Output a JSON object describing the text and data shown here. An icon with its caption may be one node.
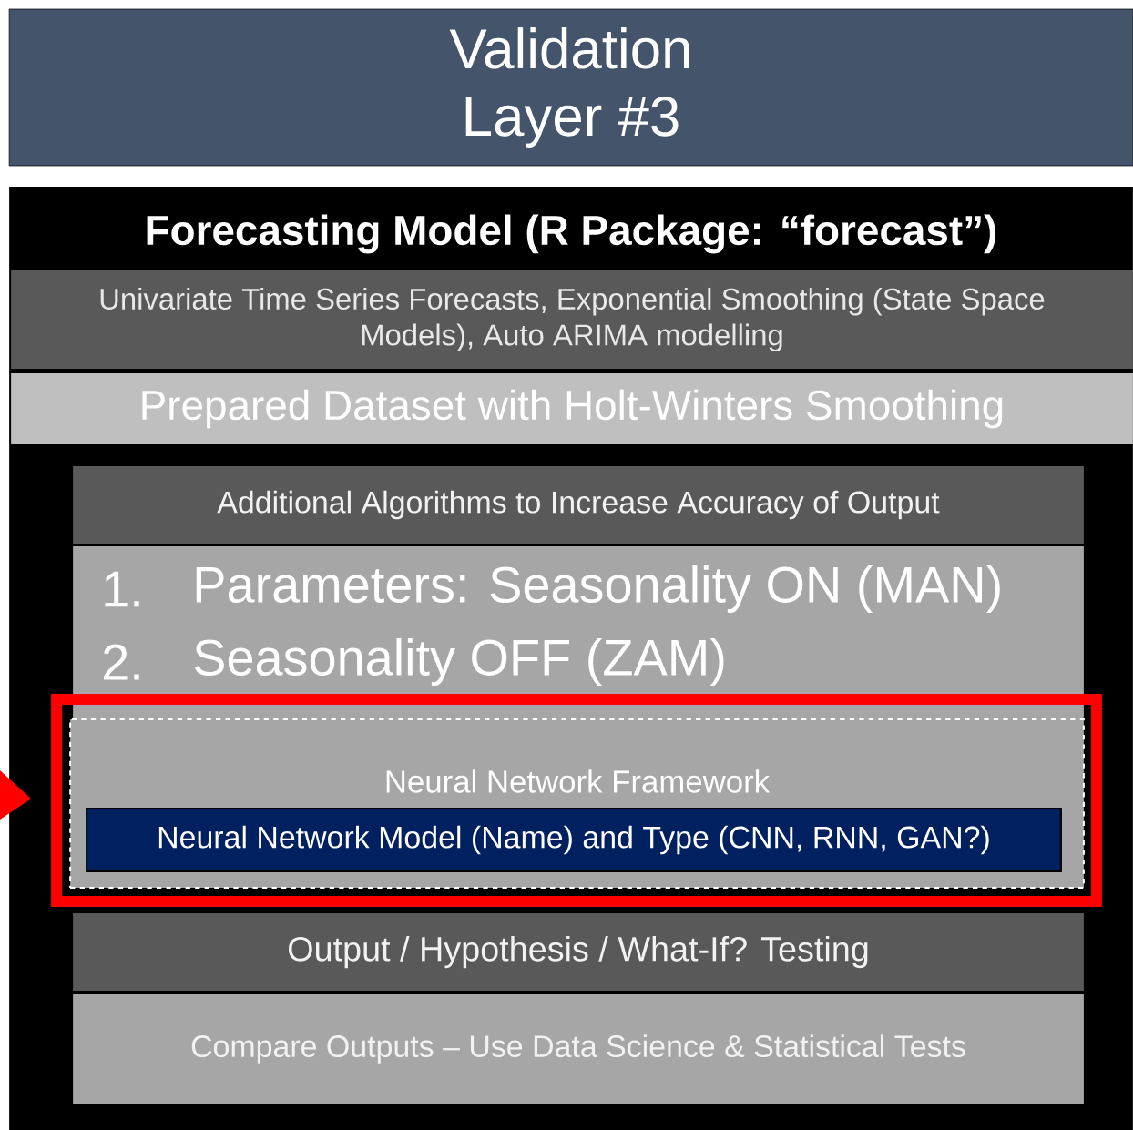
{
  "diagram": {
    "nodes": [
      {
        "text": [
          "Validation Layer #3"
        ]
      },
      {
        "text": [
          "Forecasting Model (R Package: “forecast”)"
        ]
      },
      {
        "text": [
          "Univariate Time Series Forecasts, Exponential Smoothing (State Space Models), Auto ARIMA modelling"
        ],
        "in": 1
      },
      {
        "text": [
          "Prepared Dataset with Holt-Winters Smoothing"
        ],
        "in": 1
      },
      {
        "text": [
          "Additional Algorithms to Increase Accuracy of Output"
        ],
        "in": 1
      },
      {
        "text": [
          "1.",
          "Parameters: Seasonality ON (MAN)",
          "2.",
          "Seasonality OFF (ZAM)"
        ],
        "in": 1
      },
      {
        "text": [],
        "shape": "box",
        "in": 1
      },
      {
        "text": [
          "Neural Network Framework"
        ],
        "in": 6
      },
      {
        "text": [
          "Neural Network Model (Name) and Type (CNN, RNN, GAN?)"
        ],
        "in": 7
      },
      {
        "text": [
          "Output / Hypothesis / What-If? Testing"
        ],
        "in": 1
      },
      {
        "text": [
          "Compare Outputs – Use Data Science & Statistical Tests"
        ],
        "in": 1
      }
    ],
    "edges": [
      {
        "from": null,
        "to": 6,
        "arrow": "to",
        "color": "#ff0000"
      }
    ]
  }
}
